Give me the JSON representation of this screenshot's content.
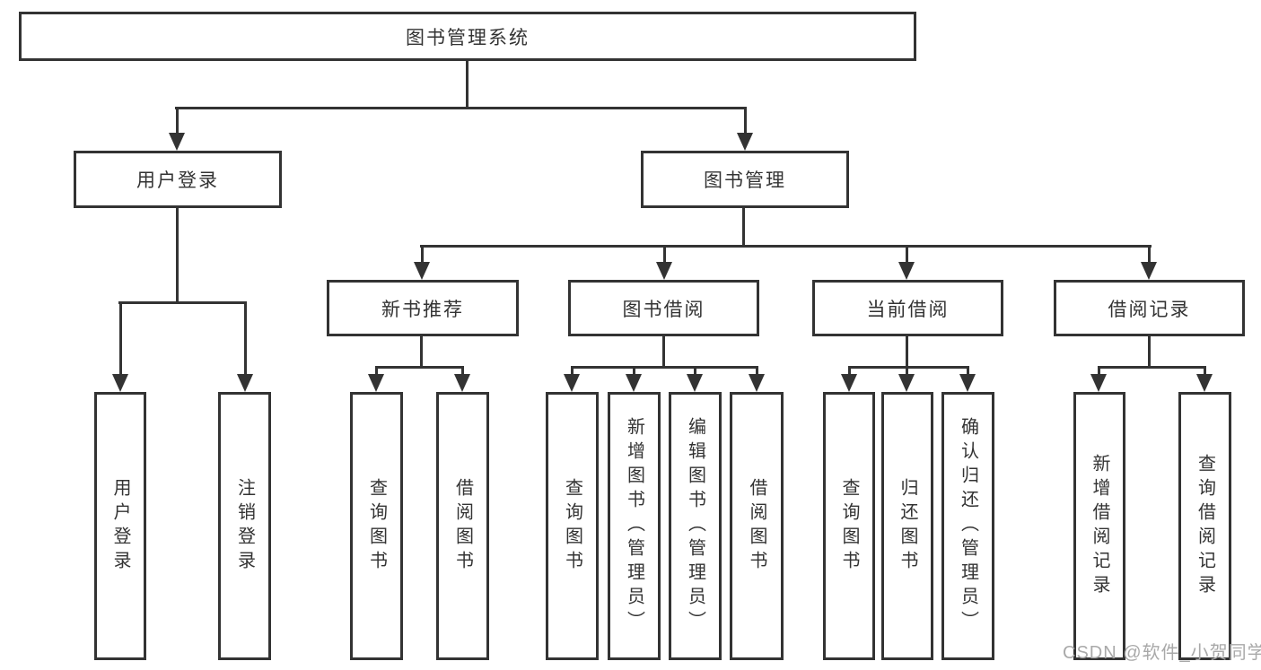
{
  "diagram_title": "图书管理系统",
  "tree": {
    "root": {
      "label": "图书管理系统"
    },
    "branches": [
      {
        "label": "用户登录",
        "children": [
          {
            "label": "用户登录"
          },
          {
            "label": "注销登录"
          }
        ]
      },
      {
        "label": "图书管理",
        "children": [
          {
            "label": "新书推荐",
            "children": [
              {
                "label": "查询图书"
              },
              {
                "label": "借阅图书"
              }
            ]
          },
          {
            "label": "图书借阅",
            "children": [
              {
                "label": "查询图书"
              },
              {
                "label": "新增图书（管理员）"
              },
              {
                "label": "编辑图书（管理员）"
              },
              {
                "label": "借阅图书"
              }
            ]
          },
          {
            "label": "当前借阅",
            "children": [
              {
                "label": "查询图书"
              },
              {
                "label": "归还图书"
              },
              {
                "label": "确认归还（管理员）"
              }
            ]
          },
          {
            "label": "借阅记录",
            "children": [
              {
                "label": "新增借阅记录"
              },
              {
                "label": "查询借阅记录"
              }
            ]
          }
        ]
      }
    ]
  },
  "watermark": {
    "text": "CSDN @软件_小贺同学"
  },
  "colors": {
    "line": "#333333",
    "text": "#333333",
    "background": "#ffffff",
    "watermark": "#a9a9a9"
  }
}
